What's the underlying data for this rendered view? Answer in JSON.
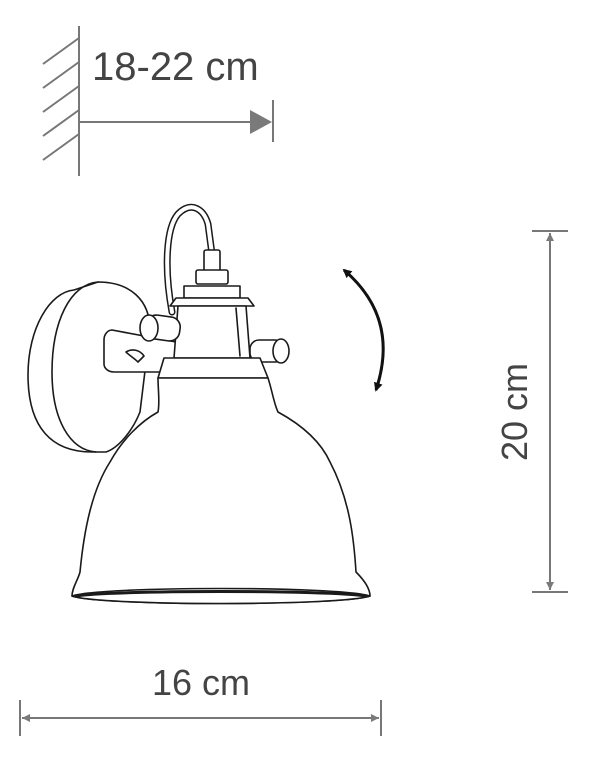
{
  "dimensions": {
    "wall_distance": "18-22 cm",
    "height": "20 cm",
    "width": "16 cm"
  },
  "icons": {
    "rotation": "curved-double-arrow-icon",
    "wall": "wall-hatch-icon"
  },
  "colors": {
    "line": "#1a1a1a",
    "dimension": "#777777",
    "arrowhead": "#7a7a7a",
    "label": "#444444"
  }
}
